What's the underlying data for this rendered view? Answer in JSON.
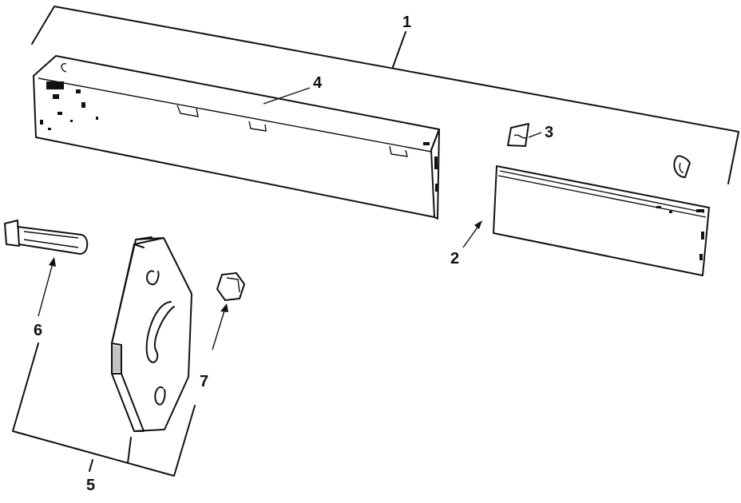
{
  "diagram": {
    "callouts": {
      "c1": "1",
      "c2": "2",
      "c3": "3",
      "c4": "4",
      "c5": "5",
      "c6": "6",
      "c7": "7"
    },
    "colors": {
      "ink": "#111111",
      "paper": "#ffffff"
    }
  }
}
